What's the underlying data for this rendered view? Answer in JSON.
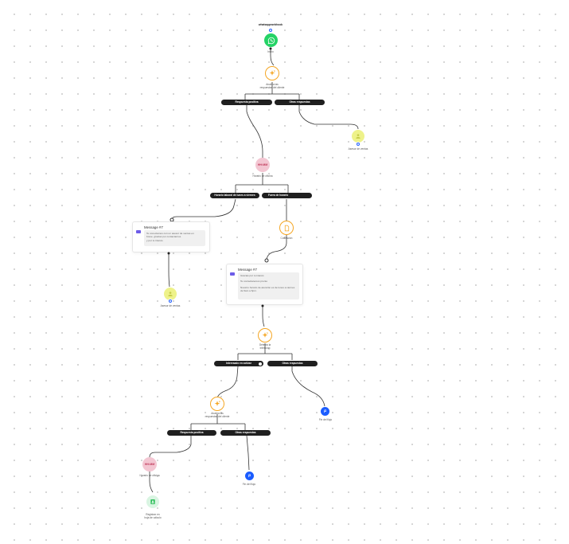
{
  "canvas": {
    "background": "#ffffff",
    "grid_dot_color": "#c9c9c9",
    "colors": {
      "whatsapp": "#25d366",
      "ai": "#f5a623",
      "time_window": "#f3c6d2",
      "user": "#e9f07a",
      "end": "#1a5cff",
      "sheet": "#2fbf5b",
      "pill": "#1f1f1f",
      "message_icon": "#6d5ce8"
    }
  },
  "nodes": {
    "trigger": {
      "top_label": "whatsappwebhook",
      "label": "Inicio",
      "icon": "whatsapp-icon"
    },
    "ai1": {
      "label": "Analiza las\nrespuestas del cliente",
      "icon": "sparkle-icon"
    },
    "ai1_branch_a": "Respuesta positiva",
    "ai1_branch_b": "Otras respuestas",
    "user1": {
      "label": "Asesor de ventas",
      "icon": "user-icon"
    },
    "time1": {
      "label": "Horario de oficina",
      "text": "HH:MM",
      "icon": "clock-icon"
    },
    "time1_branch_a": "Horario laboral de lunes a viernes",
    "time1_branch_b": "Fuera de horario",
    "msg1": {
      "title": "Message #7",
      "lines": [
        "Te conectamos con un asesor de ventas en",
        "breve, gracias por contactarnos",
        "y por tu interés."
      ]
    },
    "user2": {
      "label": "Asesor de ventas"
    },
    "doc": {
      "label": "Cotización",
      "icon": "document-icon"
    },
    "msg2": {
      "title": "Message #7",
      "lines": [
        "Gracias por tu interés",
        "Te contactaremos pronto",
        "Nuestro horario de atención es de lunes a viernes",
        "de 9am a 6pm."
      ]
    },
    "ai2": {
      "label": "Detecta la\nintención",
      "icon": "sparkle-icon"
    },
    "ai2_branch_a": "Interesado en cotizar",
    "ai2_branch_b": "Otras respuestas",
    "end1": {
      "label": "Fin del flujo"
    },
    "ai3": {
      "label": "Analiza las\nrespuestas del cliente",
      "icon": "sparkle-icon"
    },
    "ai3_branch_a": "Respuesta positiva",
    "ai3_branch_b": "Otras respuestas",
    "time2": {
      "label": "Horario de oficina",
      "text": "HH:MM"
    },
    "end2": {
      "label": "Fin del flujo"
    },
    "sheet": {
      "label": "Registrar en\nhoja de cálculo",
      "icon": "sheet-icon"
    }
  }
}
